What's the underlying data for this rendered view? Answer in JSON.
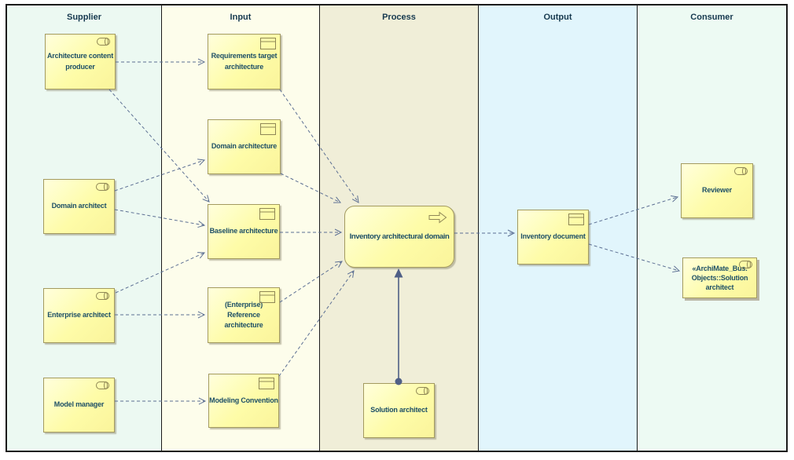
{
  "diagram": {
    "lanes": [
      {
        "label": "Supplier",
        "bg": "#ecf9f2"
      },
      {
        "label": "Input",
        "bg": "#fdfdeb"
      },
      {
        "label": "Process",
        "bg": "#f0eed8"
      },
      {
        "label": "Output",
        "bg": "#e1f5fc"
      },
      {
        "label": "Consumer",
        "bg": "#edfaf3"
      }
    ],
    "nodes": {
      "architecture_content_producer": {
        "label": "Architecture content\nproducer",
        "kind": "business-role"
      },
      "domain_architect": {
        "label": "Domain architect",
        "kind": "business-role"
      },
      "enterprise_architect": {
        "label": "Enterprise architect",
        "kind": "business-role"
      },
      "model_manager": {
        "label": "Model manager",
        "kind": "business-role"
      },
      "requirements_target_architecture": {
        "label": "Requirements target\narchitecture",
        "kind": "business-object"
      },
      "domain_architecture": {
        "label": "Domain architecture",
        "kind": "business-object"
      },
      "baseline_architecture": {
        "label": "Baseline architecture",
        "kind": "business-object"
      },
      "reference_architecture": {
        "label": "(Enterprise)\nReference\narchitecture",
        "kind": "business-object"
      },
      "modeling_convention": {
        "label": "Modeling Convention",
        "kind": "business-object"
      },
      "inventory_domain": {
        "label": "Inventory architectural domain",
        "kind": "business-process"
      },
      "solution_architect": {
        "label": "Solution architect",
        "kind": "business-role"
      },
      "inventory_document": {
        "label": "Inventory document",
        "kind": "business-object"
      },
      "reviewer": {
        "label": "Reviewer",
        "kind": "business-role"
      },
      "consumer_solution_architect": {
        "label": "«ArchiMate_Bus.\nObjects::Solution\narchitect",
        "kind": "business-role"
      }
    },
    "relationships": [
      {
        "from": "Architecture content producer",
        "to": "Requirements target architecture",
        "style": "dashed-open-arrow"
      },
      {
        "from": "Architecture content producer",
        "to": "Baseline architecture",
        "style": "dashed-open-arrow"
      },
      {
        "from": "Domain architect",
        "to": "Domain architecture",
        "style": "dashed-open-arrow"
      },
      {
        "from": "Domain architect",
        "to": "Baseline architecture",
        "style": "dashed-open-arrow"
      },
      {
        "from": "Enterprise architect",
        "to": "Baseline architecture",
        "style": "dashed-open-arrow"
      },
      {
        "from": "Enterprise architect",
        "to": "(Enterprise) Reference architecture",
        "style": "dashed-open-arrow"
      },
      {
        "from": "Model manager",
        "to": "Modeling Convention",
        "style": "dashed-open-arrow"
      },
      {
        "from": "Requirements target architecture",
        "to": "Inventory architectural domain",
        "style": "dashed-open-arrow"
      },
      {
        "from": "Domain architecture",
        "to": "Inventory architectural domain",
        "style": "dashed-open-arrow"
      },
      {
        "from": "Baseline architecture",
        "to": "Inventory architectural domain",
        "style": "dashed-open-arrow"
      },
      {
        "from": "(Enterprise) Reference architecture",
        "to": "Inventory architectural domain",
        "style": "dashed-open-arrow"
      },
      {
        "from": "Modeling Convention",
        "to": "Inventory architectural domain",
        "style": "dashed-open-arrow"
      },
      {
        "from": "Inventory architectural domain",
        "to": "Inventory document",
        "style": "dashed-open-arrow"
      },
      {
        "from": "Inventory document",
        "to": "Reviewer",
        "style": "dashed-open-arrow"
      },
      {
        "from": "Inventory document",
        "to": "«ArchiMate_Bus. Objects::Solution architect",
        "style": "dashed-open-arrow"
      },
      {
        "from": "Solution architect",
        "to": "Inventory architectural domain",
        "style": "solid-assignment-ball-arrow"
      }
    ],
    "colors": {
      "node_fill_top": "#ffffdc",
      "node_fill_bottom": "#faf49b",
      "node_border": "#a39a5f",
      "connector_dashed": "#5c6f93",
      "connector_assignment": "#4f5f86",
      "label_text": "#1d4f66",
      "header_text": "#16394f",
      "frame_border": "#1b1b1b"
    }
  }
}
